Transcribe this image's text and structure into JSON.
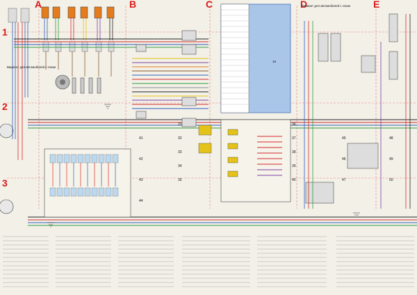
{
  "zones": [
    "A",
    "B",
    "C",
    "D",
    "E"
  ],
  "rows": [
    "1",
    "2",
    "3"
  ],
  "variant_label_left": "Вариант для автомобилей с газом",
  "variant_label_right": "Вариант для автомобилей с газом",
  "ecu_caption": "18",
  "callouts": [
    "31",
    "32",
    "33",
    "34",
    "35",
    "36",
    "37",
    "38",
    "39",
    "40",
    "41",
    "42",
    "43",
    "44",
    "45",
    "46",
    "47",
    "48",
    "49",
    "50"
  ],
  "colors": {
    "background": "#f3f0e8",
    "ecu_block": "#a9c6e8",
    "red_marker": "#d81a1a",
    "wire_red": "#d22a2a",
    "wire_blue": "#2e5fb8",
    "wire_green": "#2f9a3c",
    "wire_yellow": "#e3c21a",
    "wire_black": "#222222",
    "wire_brown": "#8a5a2b",
    "wire_orange": "#e47c1e",
    "wire_violet": "#7a3fa0",
    "wire_gray": "#8a8a8a"
  },
  "icons": [
    "ignition-coil-icon",
    "spark-plug-icon",
    "headlamp-icon",
    "relay-icon",
    "connector-icon",
    "sensor-icon",
    "ground-icon",
    "motor-icon"
  ]
}
